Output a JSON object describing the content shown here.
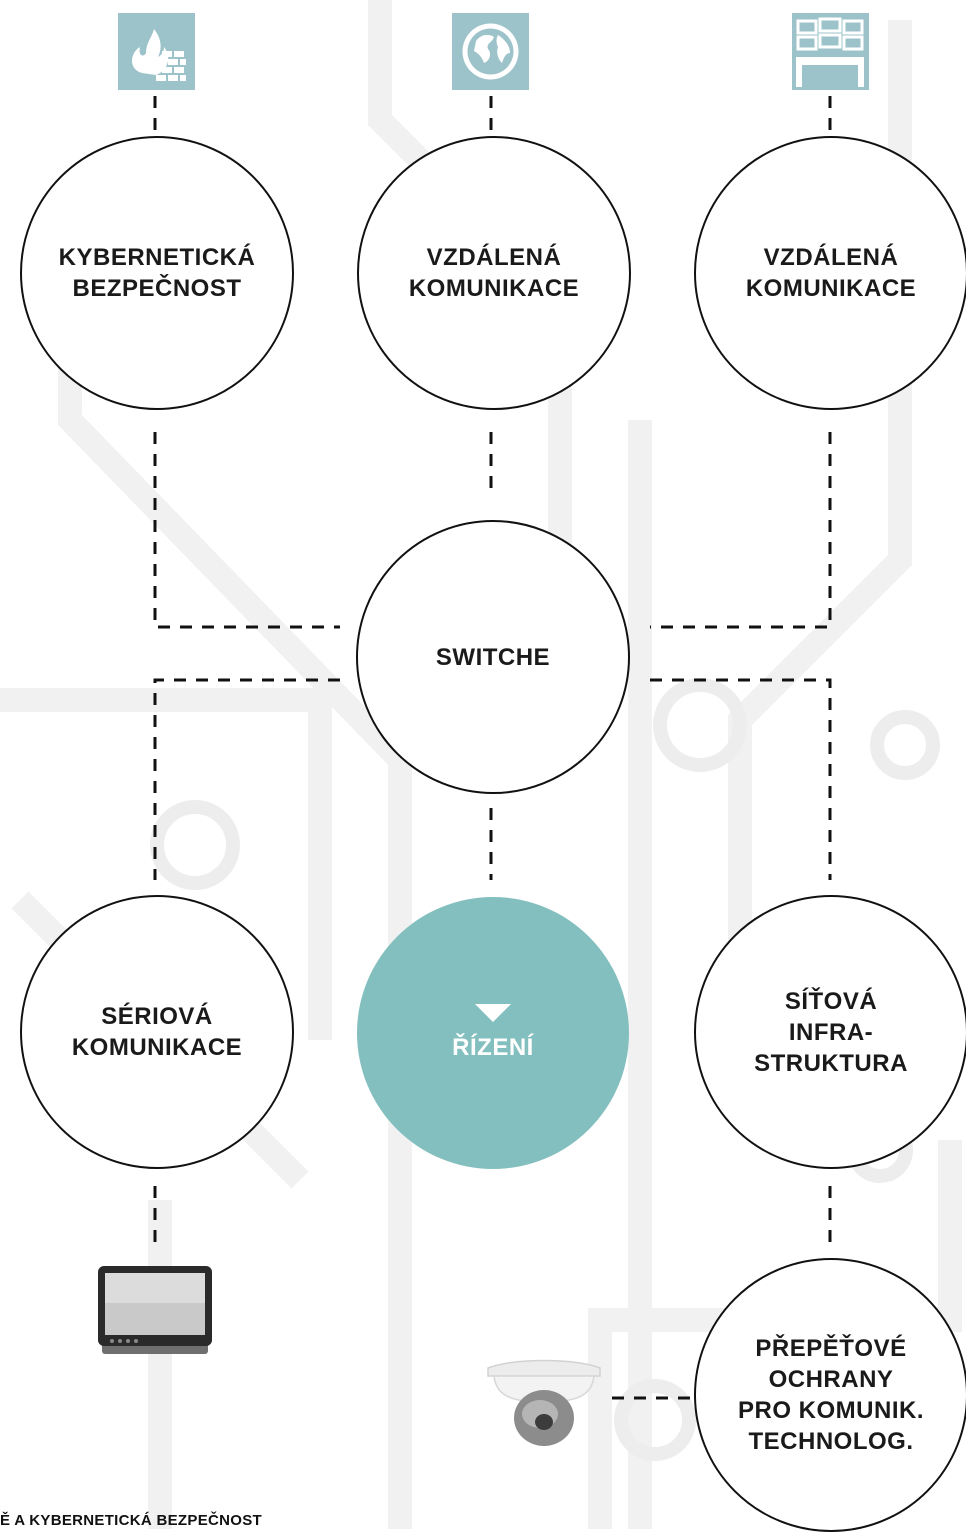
{
  "nodes": {
    "cyber": "KYBERNETICKÁ\nBEZPEČNOST",
    "remote1": "VZDÁLENÁ\nKOMUNIKACE",
    "remote2": "VZDÁLENÁ\nKOMUNIKACE",
    "switche": "SWITCHE",
    "serial": "SÉRIOVÁ\nKOMUNIKACE",
    "rizeni": "ŘÍZENÍ",
    "network": "SÍŤOVÁ\nINFRA-\nSTRUKTURA",
    "surge": "PŘEPĚŤOVÉ\nOCHRANY\nPRO KOMUNIK.\nTECHNOLOG."
  },
  "icons": [
    "firewall-icon",
    "globe-icon",
    "video-wall-icon",
    "touch-panel-icon",
    "dome-camera-icon"
  ],
  "footer": "Ě A KYBERNETICKÁ BEZPEČNOST",
  "colors": {
    "accent": "#84bfbf",
    "icon_tile": "#9dc3ca",
    "line": "#111111"
  }
}
